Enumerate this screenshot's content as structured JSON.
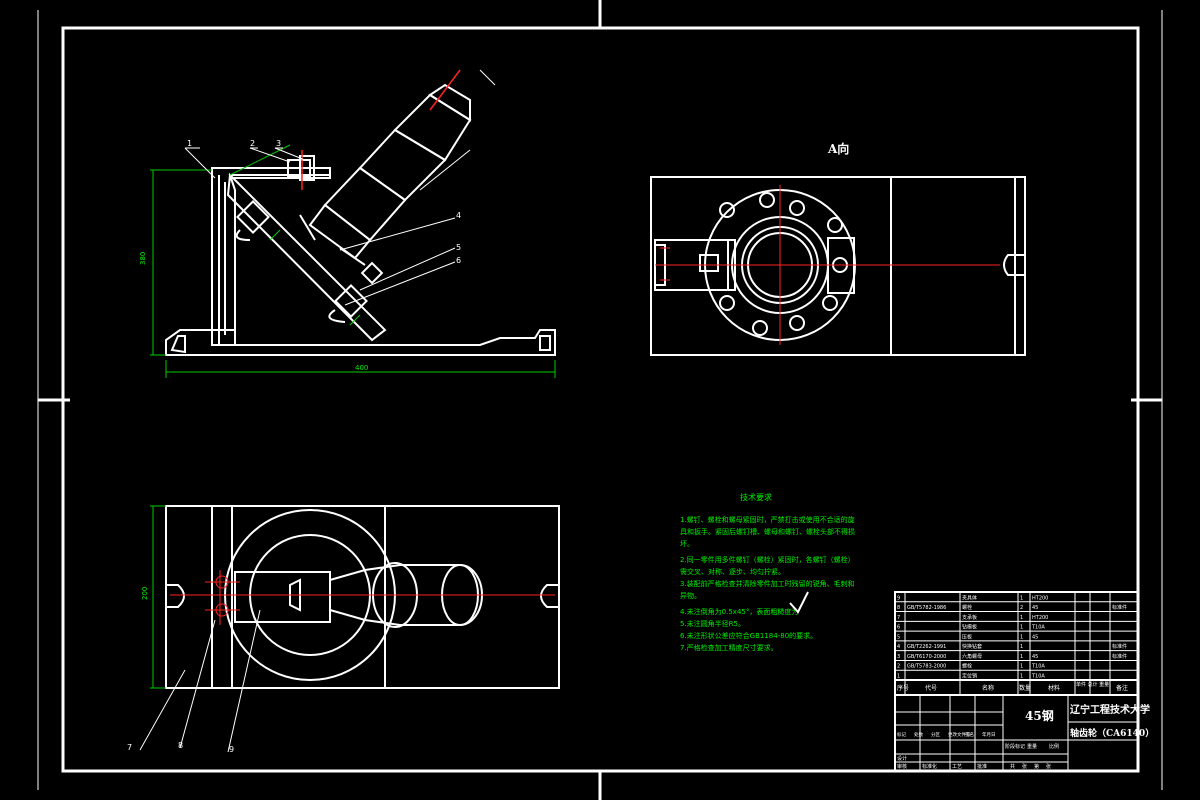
{
  "views": {
    "a_view_label": "A向"
  },
  "dimensions": {
    "height_left": "380",
    "length_bottom": "400",
    "width_plan": "200"
  },
  "balloons": [
    "1",
    "2",
    "3",
    "4",
    "5",
    "6",
    "7",
    "8",
    "9"
  ],
  "tech_notes": {
    "title": "技术要求",
    "lines": [
      "1.螺钉、螺栓和螺母紧固时，严禁打击或使用不合适的旋",
      "具和扳手。紧固后螺钉槽、螺母和螺钉、螺栓头部不得损",
      "坏。",
      "2.同一零件用多件螺钉（螺栓）紧固时，各螺钉（螺栓）",
      "需交叉、对称、逐步、均匀拧紧。",
      "3.装配前严格检查并清除零件加工时残留的锐角、毛刺和",
      "异物。",
      "4.未注倒角为0.5x45°，表面粗糙度为",
      "5.未注圆角半径R5。",
      "6.未注形状公差应符合GB1184-80的要求。",
      "7.严格检查加工精度尺寸要求。"
    ]
  },
  "title_block": {
    "material": "45钢",
    "school": "辽宁工程技术大学",
    "part_name": "轴齿轮（CA6140）",
    "header": {
      "seq": "序号",
      "code": "代号",
      "name": "名称",
      "qty": "数量",
      "material": "材料",
      "weight": "单件 总计 重量",
      "remark": "备注"
    },
    "bom_rows": [
      {
        "seq": "9",
        "code": "",
        "name": "夹具体",
        "qty": "1",
        "mat": "HT200",
        "remark": ""
      },
      {
        "seq": "8",
        "code": "GB/T5782-1986",
        "name": "螺栓",
        "qty": "2",
        "mat": "45",
        "remark": "标准件"
      },
      {
        "seq": "7",
        "code": "",
        "name": "支承板",
        "qty": "1",
        "mat": "HT200",
        "remark": ""
      },
      {
        "seq": "6",
        "code": "",
        "name": "钻模板",
        "qty": "1",
        "mat": "T10A",
        "remark": ""
      },
      {
        "seq": "5",
        "code": "",
        "name": "压板",
        "qty": "1",
        "mat": "45",
        "remark": ""
      },
      {
        "seq": "4",
        "code": "GB/T2262-1991",
        "name": "快换钻套",
        "qty": "1",
        "mat": "",
        "remark": "标准件"
      },
      {
        "seq": "3",
        "code": "GB/T6170-2000",
        "name": "六角螺母",
        "qty": "1",
        "mat": "45",
        "remark": "标准件"
      },
      {
        "seq": "2",
        "code": "GB/T5783-2000",
        "name": "螺栓",
        "qty": "1",
        "mat": "T10A",
        "remark": ""
      },
      {
        "seq": "1",
        "code": "",
        "name": "定位销",
        "qty": "1",
        "mat": "T10A",
        "remark": ""
      }
    ],
    "sign_labels": [
      "标记",
      "处数",
      "分区",
      "更改文件号",
      "签名",
      "年月日"
    ],
    "sign_labels2": [
      "设计",
      "审核",
      "工艺",
      "标准化",
      "批准"
    ],
    "stage_labels": [
      "阶段标记",
      "重量",
      "比例"
    ],
    "sheet_labels": [
      "共",
      "张",
      "第",
      "张"
    ]
  }
}
